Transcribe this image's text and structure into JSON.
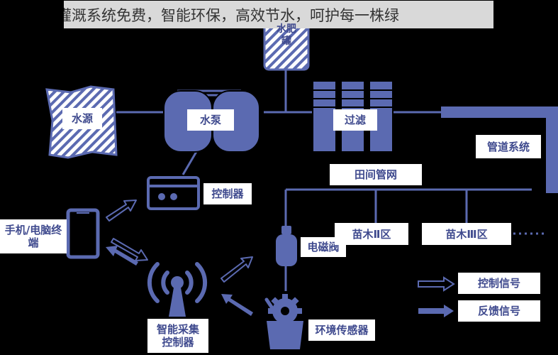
{
  "banner": {
    "text": "灌溉系统免费，智能环保，高效节水，呵护每一株绿"
  },
  "labels": {
    "fertilizer_tank": "水肥罐",
    "water_source": "水源",
    "pump": "水泵",
    "filter": "过滤",
    "pipe_system": "管道系统",
    "field_network": "田间管网",
    "controller": "控制器",
    "mobile_terminal": "手机/电脑终端",
    "solenoid_valve": "电磁阀",
    "zone_2": "苗木Ⅱ区",
    "zone_3": "苗木Ⅲ区",
    "sensor": "环境传感器",
    "smart_collector": "智能采集控制器"
  },
  "legend": {
    "control_signal": "控制信号",
    "feedback_signal": "反馈信号"
  },
  "colors": {
    "primary": "#5b6ab1",
    "label_text": "#3f4a8e",
    "background": "#000000"
  },
  "icons": {
    "water_source": "water-source-icon",
    "pump": "pump-tanks-icon",
    "filter": "filter-columns-icon",
    "controller": "controller-device-icon",
    "mobile": "phone-icon",
    "valve": "solenoid-valve-icon",
    "antenna": "wireless-antenna-icon",
    "sensor": "sensor-gear-bucket-icon"
  }
}
